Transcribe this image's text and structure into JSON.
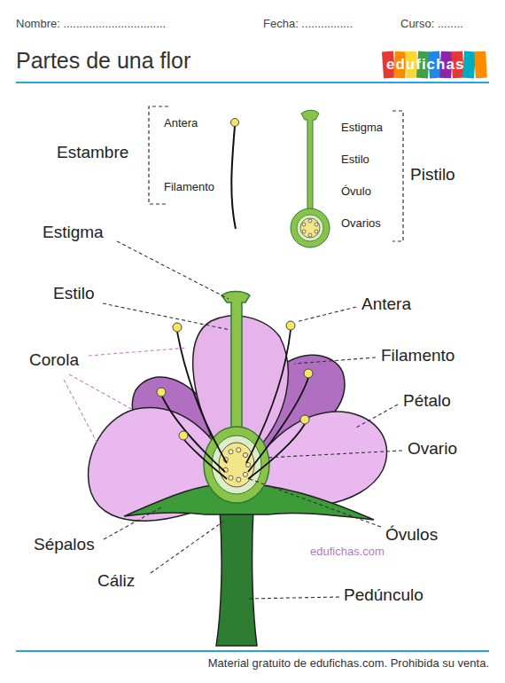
{
  "diagram": {
    "title": "Partes de una flor",
    "labels": [
      "Nombre: ................................",
      "Fecha: ................",
      "Curso: ........",
      "edufichas",
      "Estambre",
      "Antera",
      "Filamento",
      "Estigma",
      "Estilo",
      "Óvulo",
      "Ovarios",
      "Pistilo",
      "Estigma",
      "Estilo",
      "Corola",
      "Antera",
      "Filamento",
      "Pétalo",
      "Ovario",
      "Sépalos",
      "Óvulos",
      "Cáliz",
      "Pedúnculo",
      "edufichas.com",
      "Material gratuito de edufichas.com. Prohibida su venta."
    ]
  }
}
